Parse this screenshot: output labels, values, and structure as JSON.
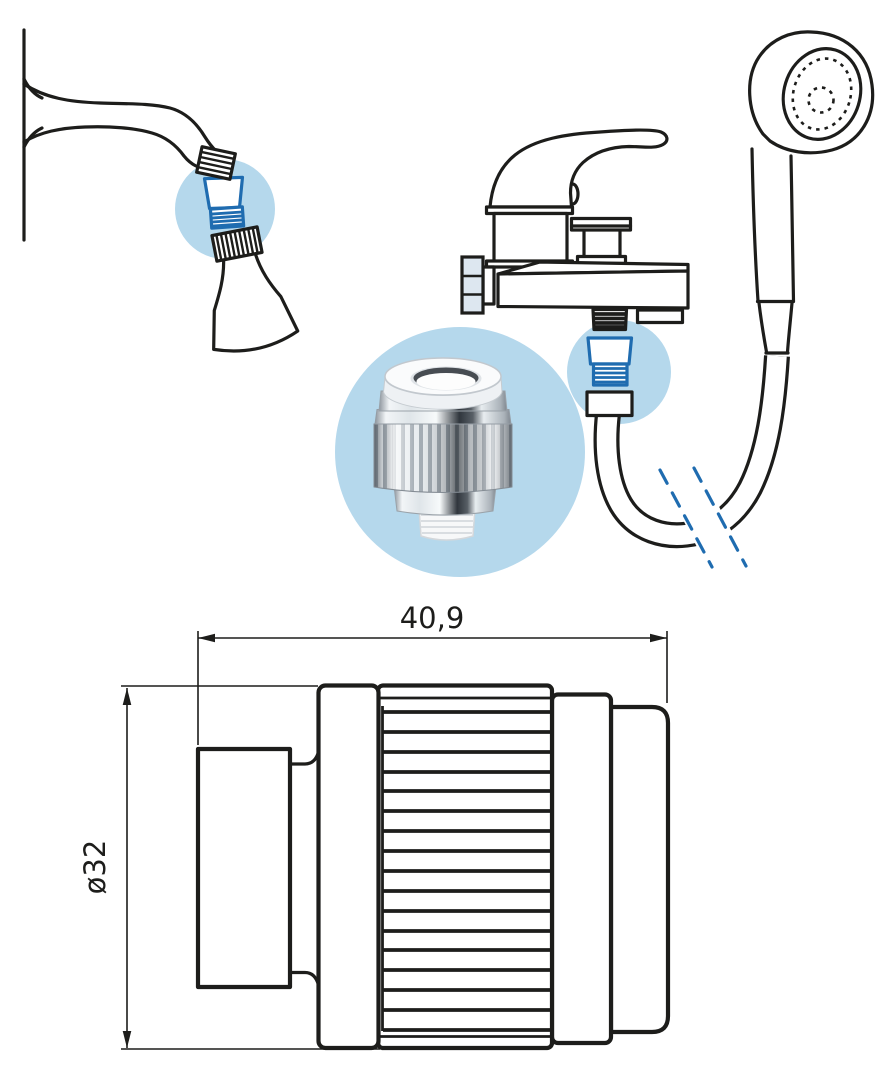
{
  "labels": {
    "width_dimension": "40,9",
    "diameter_dimension": "ø32"
  },
  "colors": {
    "accent_blue": "#1f6cb0",
    "highlight_circle_blue": "#b5d8ec",
    "line_black": "#1d1d1b",
    "nut_fill": "#dde7f0"
  },
  "illustrations": {
    "wall_shower": "wall-shower-arm-with-adapter",
    "mixer_shower": "bath-mixer-with-hand-shower-and-adapter",
    "product_photo": "chrome-adapter-photo",
    "tech_drawing": "adapter-dimension-drawing"
  }
}
